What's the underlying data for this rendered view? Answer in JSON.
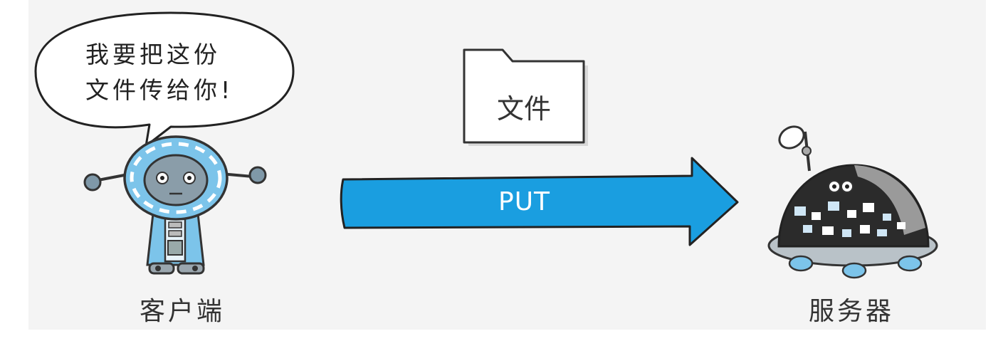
{
  "speech_bubble": {
    "line1": "我要把这份",
    "line2": "文件传给你!"
  },
  "file": {
    "label": "文件"
  },
  "request": {
    "method": "PUT",
    "direction": "client-to-server"
  },
  "client": {
    "label": "客户端",
    "icon": "client-robot-icon"
  },
  "server": {
    "label": "服务器",
    "icon": "server-robot-icon"
  },
  "colors": {
    "arrow": "#1a9ee0",
    "robot_blue": "#7cc4ea",
    "server_dome": "#2b2b2b",
    "panel": "#f4f4f4"
  }
}
